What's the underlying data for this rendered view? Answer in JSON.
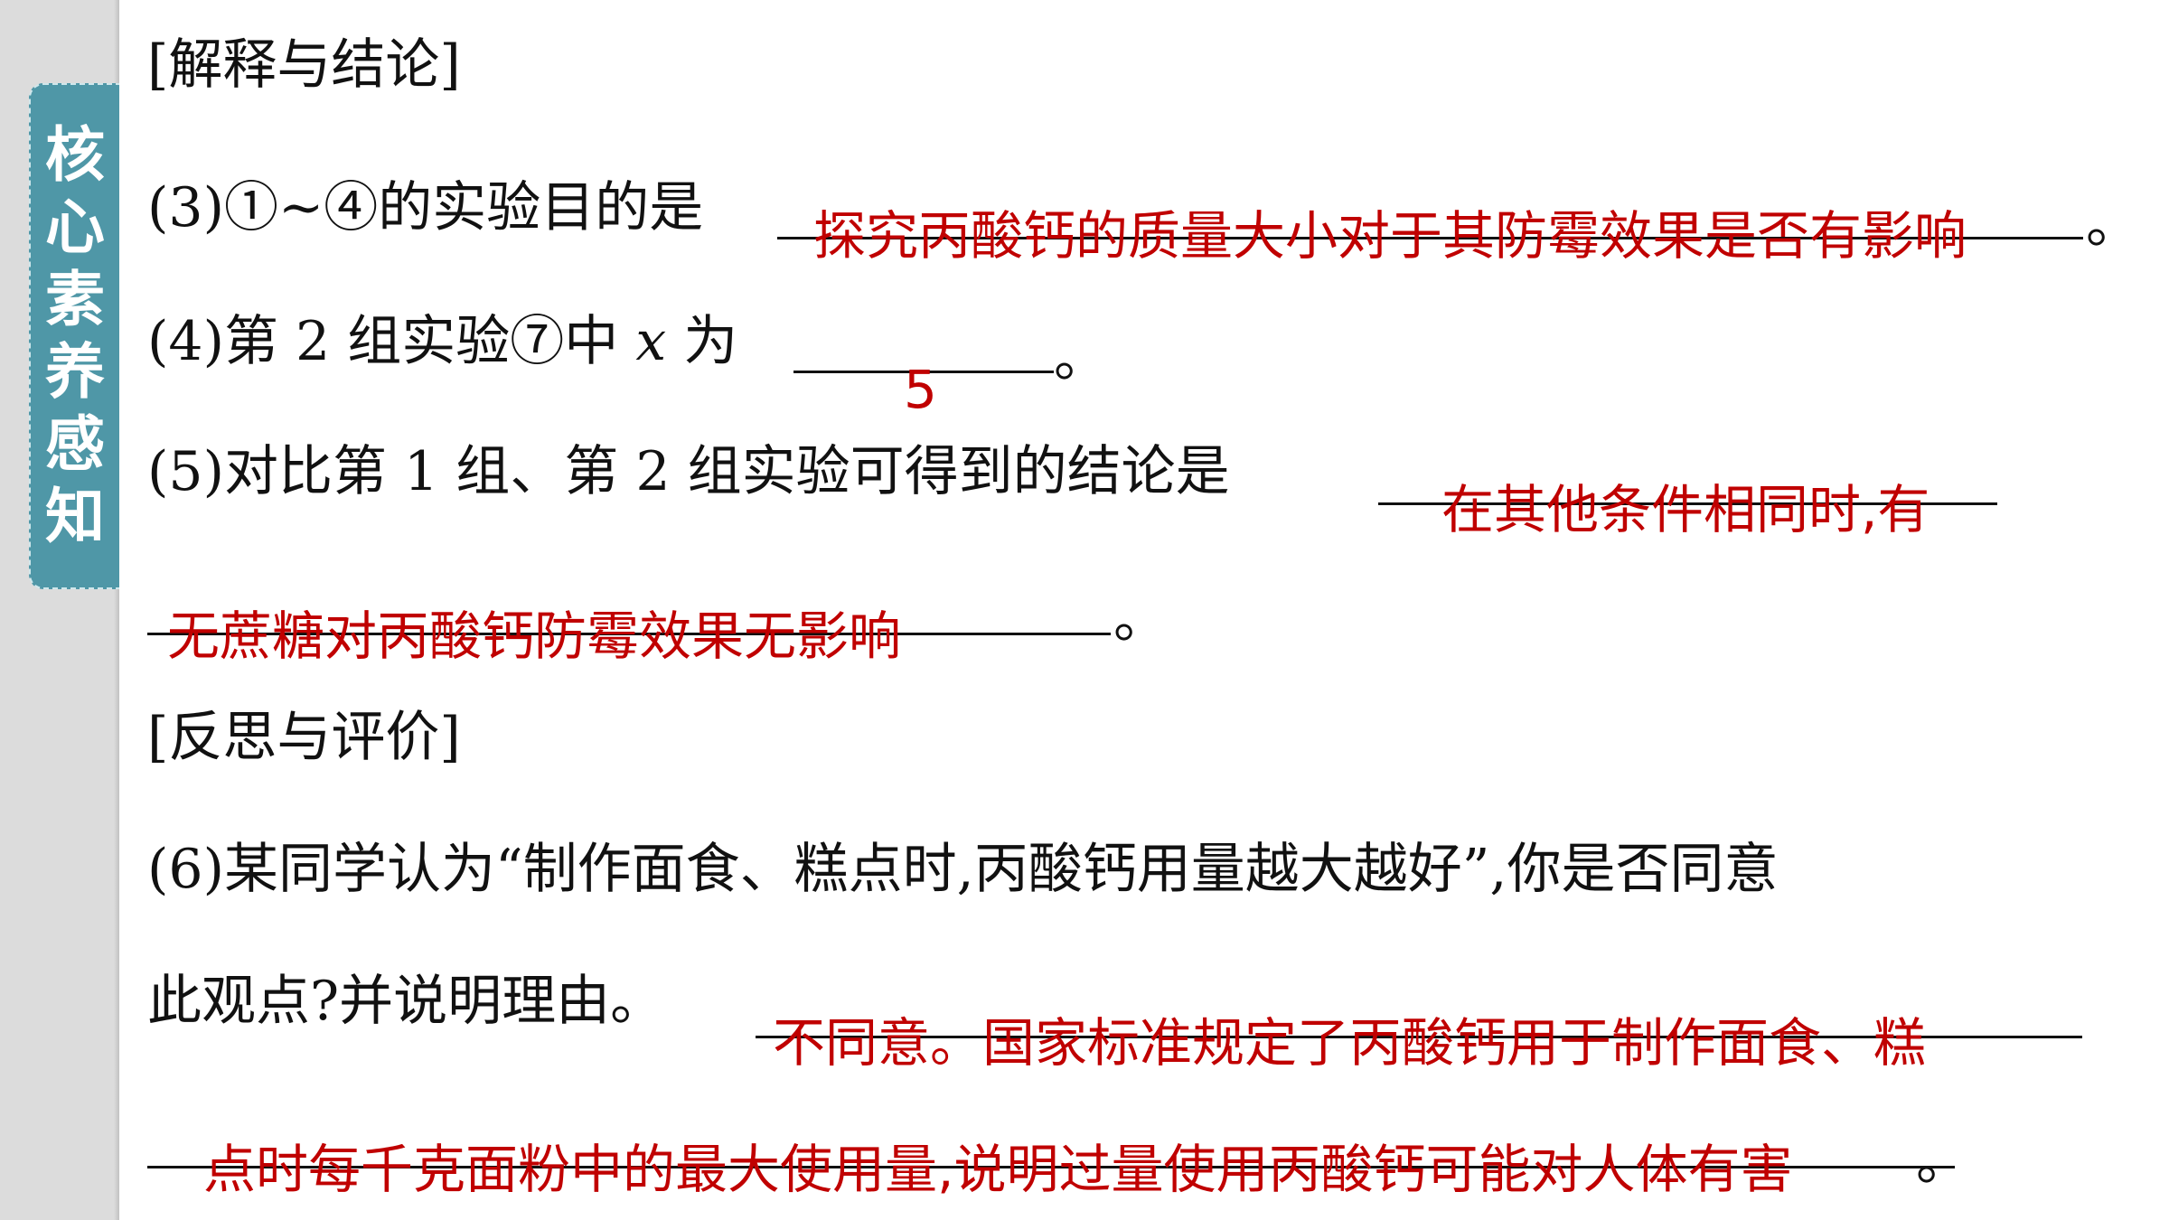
{
  "sidebar": {
    "tab_label": "核心素养感知"
  },
  "section1": {
    "heading": "[解释与结论]"
  },
  "q3": {
    "prompt": "(3)①~④的实验目的是",
    "answer": "探究丙酸钙的质量大小对于其防霉效果是否有影响",
    "end": "。"
  },
  "q4": {
    "prompt_a": "(4)第 2 组实验⑦中 ",
    "var": "x",
    "prompt_b": " 为",
    "answer": "5",
    "end": "。"
  },
  "q5": {
    "prompt": "(5)对比第 1 组、第 2 组实验可得到的结论是",
    "answer_line1": "在其他条件相同时,有",
    "answer_line2": "无蔗糖对丙酸钙防霉效果无影响",
    "end": "。"
  },
  "section2": {
    "heading": "[反思与评价]"
  },
  "q6": {
    "prompt_line1": "(6)某同学认为“制作面食、糕点时,丙酸钙用量越大越好”,你是否同意",
    "prompt_line2": "此观点?并说明理由。",
    "answer_line1": "不同意。国家标准规定了丙酸钙用于制作面食、糕",
    "answer_line2": "点时每千克面粉中的最大使用量,说明过量使用丙酸钙可能对人体有害",
    "end": "。"
  }
}
